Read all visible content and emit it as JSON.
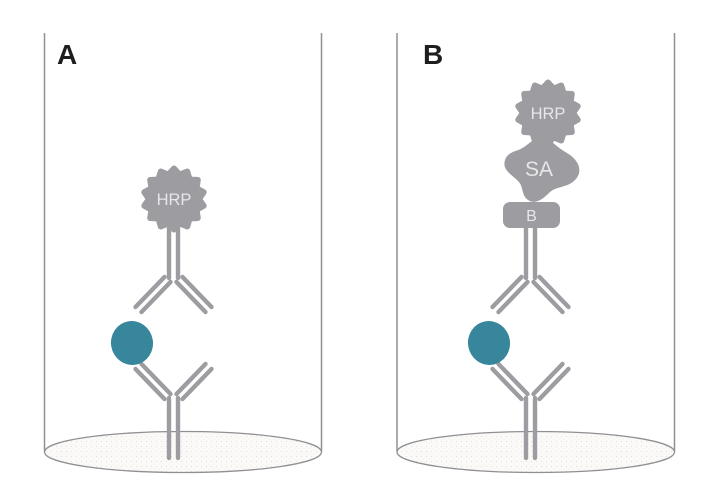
{
  "figure": {
    "title": "ELISA detection formats diagram",
    "panel_a": {
      "label": "A",
      "components": [
        "capture-antibody",
        "antigen",
        "detection-antibody",
        "hrp-enzyme"
      ]
    },
    "panel_b": {
      "label": "B",
      "components": [
        "capture-antibody",
        "antigen",
        "detection-antibody",
        "biotin",
        "streptavidin",
        "hrp-enzyme"
      ]
    }
  },
  "labels": {
    "panel_a": "A",
    "panel_b": "B",
    "hrp": "HRP",
    "streptavidin": "SA",
    "biotin": "B"
  },
  "colors": {
    "background": "#ffffff",
    "molecule_gray": "#9c9ca1",
    "molecule_label": "#e7e7ea",
    "antigen_teal": "#38869b",
    "well_outline": "#909094",
    "panel_label": "#1e1e20"
  }
}
